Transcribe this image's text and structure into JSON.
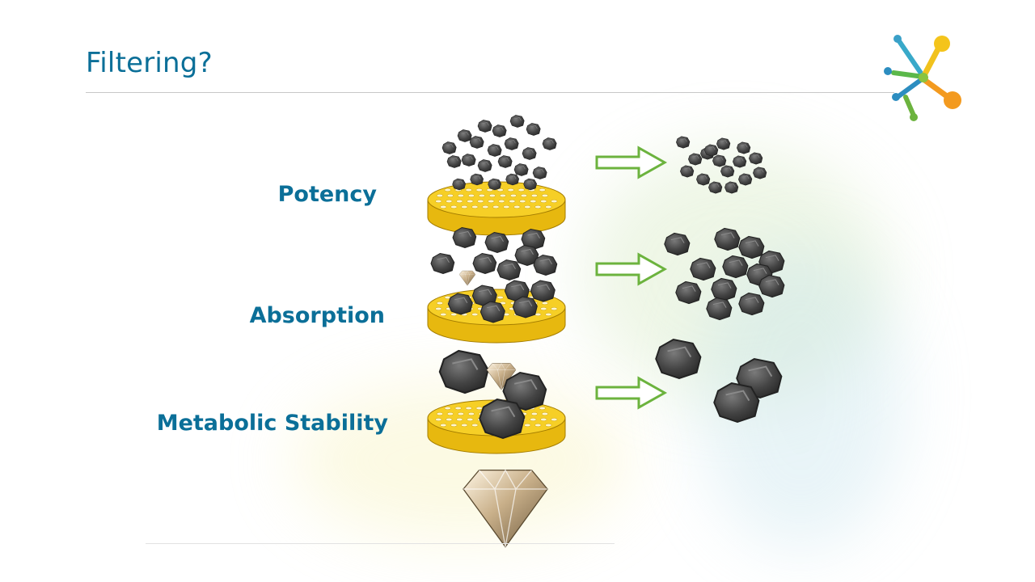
{
  "slide": {
    "title": "Filtering?"
  },
  "stages": [
    {
      "label": "Potency"
    },
    {
      "label": "Absorption"
    },
    {
      "label": "Metabolic Stability"
    }
  ],
  "colors": {
    "title": "#0b6f98",
    "label": "#0b6f98",
    "filter_yellow": "#f4c81a",
    "filter_edge": "#b98c00",
    "arrow_green": "#6cb33e",
    "rock": "#4a4a4a"
  },
  "icons": {
    "logo": "molecule-logo-icon",
    "arrow": "hollow-right-arrow-icon",
    "rock": "rock-icon",
    "diamond": "diamond-icon",
    "filter": "sieve-disc-icon"
  }
}
